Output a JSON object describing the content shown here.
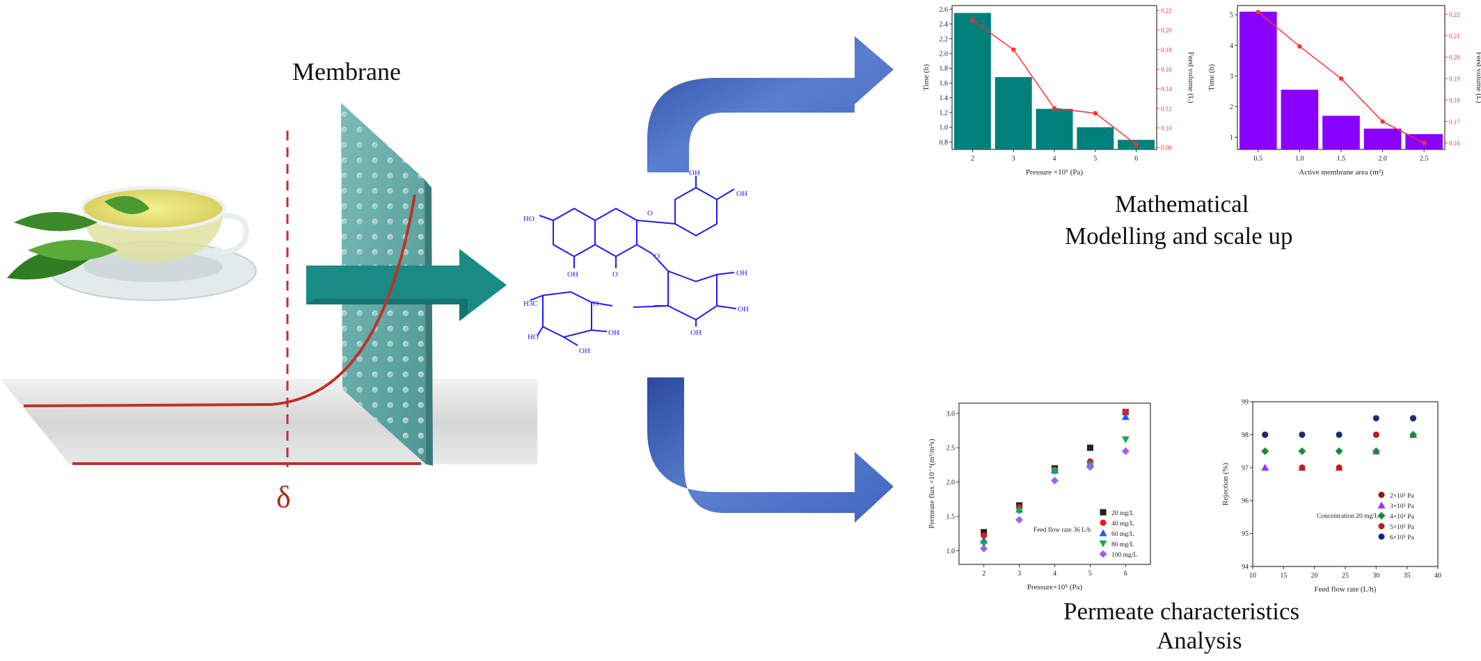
{
  "left_panel": {
    "membrane_label": "Membrane",
    "delta_label": "δ"
  },
  "molecule": {
    "labels": [
      "OH",
      "OH",
      "HO",
      "OH",
      "O",
      "H3C",
      "O",
      "O",
      "O",
      "HO",
      "OH",
      "OH",
      "OH",
      "OH",
      "OH"
    ]
  },
  "right_panel": {
    "modelling_title_1": "Mathematical",
    "modelling_title_2": "Modelling and scale up",
    "permeate_title_1": "Permeate characteristics",
    "permeate_title_2": "Analysis"
  },
  "colors": {
    "teal_bar": "#00807a",
    "purple_bar": "#8a00ff",
    "line_red": "#ff2a2a",
    "arrow_blue": "#4a6fc4",
    "molecule_blue": "#1a1aff",
    "membrane_teal": "#5fa8a5",
    "boundary_red": "#c0302a"
  },
  "chart_data": [
    {
      "type": "bar",
      "xlabel": "Pressure ×10⁵ (Pa)",
      "ylabel": "Time (h)",
      "y2label": "Feed volume (L)",
      "categories": [
        "2",
        "3",
        "4",
        "5",
        "6"
      ],
      "values": [
        2.55,
        1.68,
        1.25,
        1.0,
        0.83
      ],
      "ylim": [
        0.7,
        2.65
      ],
      "yticks": [
        "0.8",
        "1.0",
        "1.2",
        "1.4",
        "1.6",
        "1.8",
        "2.0",
        "2.2",
        "2.4",
        "2.6"
      ],
      "line_values": [
        0.21,
        0.18,
        0.12,
        0.115,
        0.083
      ],
      "y2lim": [
        0.078,
        0.225
      ],
      "y2ticks": [
        "0.08",
        "0.10",
        "0.12",
        "0.14",
        "0.16",
        "0.18",
        "0.20",
        "0.22"
      ]
    },
    {
      "type": "bar",
      "xlabel": "Active membrane area (m²)",
      "ylabel": "Time (h)",
      "y2label": "Feed volume (L)",
      "categories": [
        "0.5",
        "1.0",
        "1.5",
        "2.0",
        "2.5"
      ],
      "values": [
        5.1,
        2.55,
        1.7,
        1.28,
        1.1
      ],
      "ylim": [
        0.6,
        5.3
      ],
      "yticks": [
        "1",
        "2",
        "3",
        "4",
        "5"
      ],
      "line_values": [
        0.221,
        0.205,
        0.19,
        0.17,
        0.16
      ],
      "y2lim": [
        0.157,
        0.224
      ],
      "y2ticks": [
        "0.16",
        "0.17",
        "0.18",
        "0.19",
        "0.20",
        "0.21",
        "0.22"
      ]
    },
    {
      "type": "scatter",
      "xlabel": "Pressure×10⁵ (Pa)",
      "ylabel": "Permeate flux ×10⁻⁶(m³/m²s)",
      "annotation": "Feed flow rate 36 L/h",
      "x": [
        2,
        3,
        4,
        5,
        6
      ],
      "xlim": [
        1.3,
        6.7
      ],
      "xticks": [
        "2",
        "3",
        "4",
        "5",
        "6"
      ],
      "ylim": [
        0.8,
        3.15
      ],
      "yticks": [
        "1.0",
        "1.5",
        "2.0",
        "2.5",
        "3.0"
      ],
      "series": [
        {
          "name": "20 mg/L",
          "color": "#222222",
          "marker": "square",
          "values": [
            1.27,
            1.66,
            2.2,
            2.5,
            3.02
          ]
        },
        {
          "name": "40 mg/L",
          "color": "#e8191b",
          "marker": "circle",
          "values": [
            1.22,
            1.63,
            2.18,
            2.3,
            3.02
          ]
        },
        {
          "name": "60 mg/L",
          "color": "#1e5aff",
          "marker": "triangle",
          "values": [
            1.15,
            1.6,
            2.17,
            2.27,
            2.95
          ]
        },
        {
          "name": "80 mg/L",
          "color": "#1aa84a",
          "marker": "down-triangle",
          "values": [
            1.1,
            1.58,
            2.16,
            2.25,
            2.62
          ]
        },
        {
          "name": "100 mg/L",
          "color": "#a060f0",
          "marker": "diamond",
          "values": [
            1.03,
            1.45,
            2.02,
            2.22,
            2.45
          ]
        }
      ]
    },
    {
      "type": "scatter",
      "xlabel": "Feed flow rate (L/h)",
      "ylabel": "Rejection (%)",
      "annotation": "Concentration 20 mg/L",
      "x": [
        12,
        18,
        24,
        30,
        36
      ],
      "xlim": [
        10,
        40
      ],
      "xticks": [
        "10",
        "15",
        "20",
        "25",
        "30",
        "35",
        "40"
      ],
      "ylim": [
        94,
        99
      ],
      "yticks": [
        "94",
        "95",
        "96",
        "97",
        "98",
        "99"
      ],
      "series": [
        {
          "name": "2×10⁵ Pa",
          "color": "#8b1a1a",
          "marker": "circle",
          "values": [
            98.0,
            98.0,
            98.0,
            98.0,
            98.5
          ]
        },
        {
          "name": "3×10⁵ Pa",
          "color": "#9a30ff",
          "marker": "triangle",
          "values": [
            97.0,
            97.0,
            97.0,
            97.5,
            98.0
          ]
        },
        {
          "name": "4×10⁵ Pa",
          "color": "#1a8a3a",
          "marker": "diamond",
          "values": [
            97.5,
            97.5,
            97.5,
            97.5,
            98.0
          ]
        },
        {
          "name": "5×10⁵ Pa",
          "color": "#c01a1a",
          "marker": "circle",
          "values": [
            98.0,
            97.0,
            97.0,
            98.0,
            98.5
          ]
        },
        {
          "name": "6×10⁵ Pa",
          "color": "#1a2a7a",
          "marker": "circle",
          "values": [
            98.0,
            98.0,
            98.0,
            98.5,
            98.5
          ]
        }
      ]
    }
  ]
}
